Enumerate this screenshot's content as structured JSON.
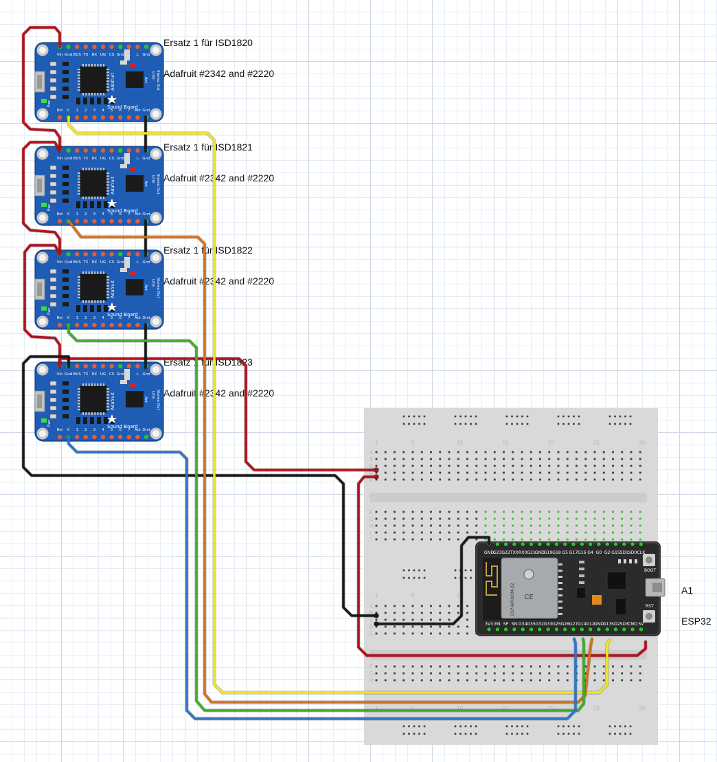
{
  "soundboards": [
    {
      "line1": "Ersatz 1 für ISD1820",
      "line2": "Adafruit #2342 and #2220"
    },
    {
      "line1": "Ersatz 1 für ISD1821",
      "line2": "Adafruit #2342 and #2220"
    },
    {
      "line1": "Ersatz 1 für ISD1822",
      "line2": "Adafruit #2342 and #2220"
    },
    {
      "line1": "Ersatz 1 für ISD1823",
      "line2": "Adafruit #2342 and #2220"
    }
  ],
  "board_silk": {
    "top_pins": [
      "Vin",
      "Gnd",
      "BUS",
      "TX",
      "RX",
      "UG",
      "CS",
      "Gnd",
      "R",
      "L",
      "Gnd"
    ],
    "bottom_pins": [
      "Rst",
      "0",
      "1",
      "2",
      "3",
      "4",
      "5",
      "6",
      "7",
      "Act",
      "Gnd"
    ],
    "brand": "Adafruit",
    "name": "Sound Board",
    "stereo": "Stereo Out",
    "line": "Line",
    "pwr": "Pwr",
    "act": "Act"
  },
  "esp32": {
    "line1": "A1",
    "line2": "ESP32",
    "top_pins": [
      "GND",
      "G23",
      "G22",
      "TX0",
      "RX0",
      "G21",
      "GND",
      "G19",
      "G18",
      "G5",
      "G17",
      "G16",
      "G4",
      "G0",
      "G2",
      "G15",
      "SD1",
      "SD0",
      "CLK"
    ],
    "bottom_pins": [
      "3V3",
      "EN",
      "SP",
      "SN",
      "G34",
      "G35",
      "G32",
      "G33",
      "G25",
      "G26",
      "G27",
      "G14",
      "G12",
      "GND",
      "G13",
      "SD2",
      "SD3",
      "CMD",
      "5V"
    ],
    "module": "ESP-WROOM-32",
    "boot": "BOOT",
    "rst": "RST"
  },
  "breadboard": {
    "col_numbers": [
      "1",
      "5",
      "10",
      "15",
      "20",
      "25",
      "30"
    ],
    "rows_top": [
      "A",
      "B",
      "C",
      "D",
      "E"
    ],
    "rows_bottom": [
      "F",
      "G",
      "H",
      "I",
      "J"
    ]
  },
  "wire_colors": {
    "red": "#b3121a",
    "black": "#1a1a1a",
    "yellow": "#f2e521",
    "orange": "#d4731f",
    "green": "#3fae2a",
    "blue": "#2f76c8"
  }
}
